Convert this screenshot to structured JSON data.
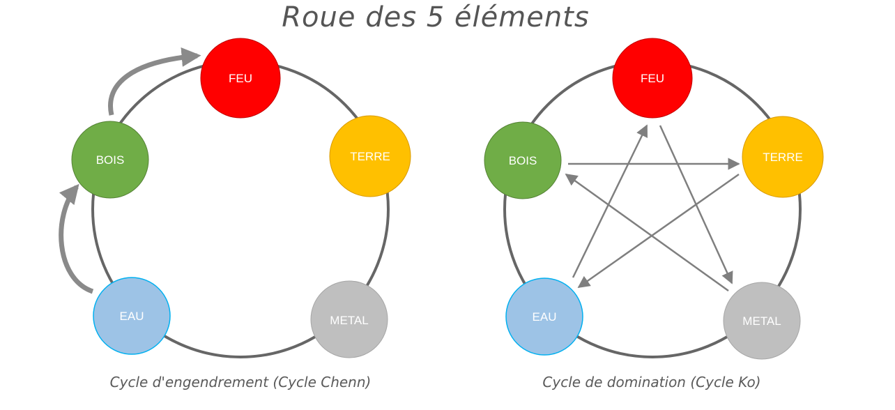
{
  "title": "Roue des 5 éléments",
  "diagrams": [
    {
      "caption": "Cycle d'engendrement (Cycle Chenn)",
      "elements": [
        "FEU",
        "TERRE",
        "METAL",
        "EAU",
        "BOIS"
      ]
    },
    {
      "caption": "Cycle de domination (Cycle Ko)",
      "elements": [
        "FEU",
        "TERRE",
        "METAL",
        "EAU",
        "BOIS"
      ]
    }
  ],
  "colors": {
    "FEU": "#ff0000",
    "TERRE": "#ffc000",
    "METAL": "#bfbfbf",
    "EAU": "#9dc3e6",
    "BOIS": "#70ad47",
    "ring": "#666666",
    "arrow": "#7f7f7f"
  }
}
